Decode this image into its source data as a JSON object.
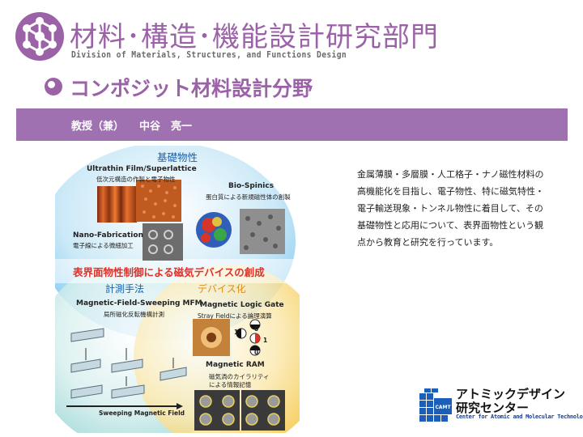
{
  "header": {
    "title_jp": "材料･構造･機能設計研究部門",
    "title_en": "Division of Materials, Structures, and Functions Design",
    "logo_icon": "molecule-icon"
  },
  "section": {
    "title": "コンポジット材料設計分野"
  },
  "staff": {
    "role": "教授（兼）",
    "name": "中谷　亮一"
  },
  "figure": {
    "top_heading": "基礎物性",
    "ultrathin_en": "Ultrathin Film/Superlattice",
    "ultrathin_jp": "低次元構造の作製と電子物性",
    "bio_en": "Bio-Spinics",
    "bio_jp": "蛋白質による新規磁性体の創製",
    "nano_en": "Nano-Fabrication",
    "nano_jp": "電子線による微細加工",
    "center_heading": "表界面物性制御による磁気デバイスの創成",
    "left_heading": "計測手法",
    "right_heading": "デバイス化",
    "mfm_en": "Magnetic-Field-Sweeping MFM",
    "mfm_jp": "局所磁化反転機構計測",
    "logic_en": "Magnetic Logic Gate",
    "logic_jp": "Stray Fieldによる論理演算",
    "ram_en": "Magnetic RAM",
    "ram_jp1": "磁気渦のカイラリティ",
    "ram_jp2": "による情報記憶",
    "sweep_label": "Sweeping Magnetic Field",
    "logic_bits": [
      "0",
      "1",
      "1",
      "0"
    ],
    "colors": {
      "top": "#6ec0ec",
      "left": "#8bd0cf",
      "right": "#f3c23a",
      "heading_red": "#e0302a"
    }
  },
  "description": {
    "lines": [
      "金属薄膜・多層膜・人工格子・ナノ磁性材料の",
      "高機能化を目指し、電子物性、特に磁気特性・",
      "電子輸送現象・トンネル物性に着目して、その",
      "基礎物性と応用について、表界面物性という観",
      "点から教育と研究を行っています。"
    ]
  },
  "footer": {
    "logo_icon": "camt-cube-icon",
    "logo_badge": "CAMT",
    "jp_line1": "アトミックデザイン",
    "jp_line2": "研究センター",
    "en_line": "Center for Atomic and Molecular Technologies"
  }
}
